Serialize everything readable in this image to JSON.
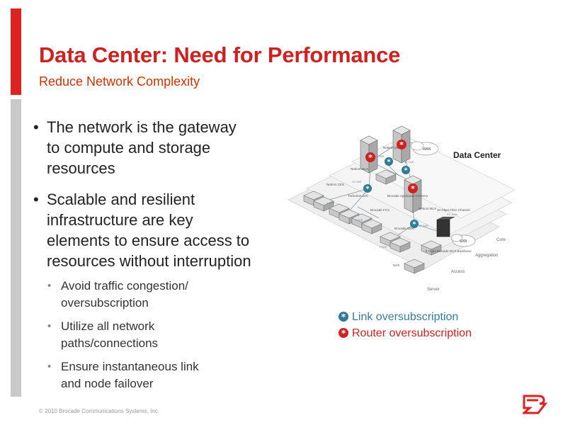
{
  "header": {
    "title": "Data Center: Need for Performance",
    "subtitle": "Reduce Network Complexity"
  },
  "bullets": [
    {
      "lines": [
        "The network is the gateway",
        "to compute and storage",
        "resources"
      ]
    },
    {
      "lines": [
        "Scalable and resilient",
        "infrastructure are key",
        "elements to ensure access to",
        "resources without interruption"
      ]
    }
  ],
  "sub_bullets": [
    {
      "lines": [
        "Avoid traffic congestion/",
        "oversubscription"
      ]
    },
    {
      "lines": [
        "Utilize all network",
        "paths/connections"
      ]
    },
    {
      "lines": [
        "Ensure instantaneous link",
        "and node failover"
      ]
    }
  ],
  "diagram": {
    "title": "Data Center",
    "cloud_labels": {
      "wan": "WAN",
      "san": "SAN"
    },
    "tiers": [
      "Core",
      "Aggregation",
      "Access",
      "Server"
    ],
    "device_labels": [
      {
        "id": "mlx-top",
        "text": "Netiron MLX"
      },
      {
        "id": "mlx-left",
        "text": "Netiron MLX"
      },
      {
        "id": "ces",
        "text": "Netiron CES"
      },
      {
        "id": "adx",
        "text": "Brocade Application Delivery"
      },
      {
        "id": "turboiron",
        "text": "TurboIron 24X"
      },
      {
        "id": "mlx-right",
        "text": "Netiron MLX"
      },
      {
        "id": "fcx",
        "text": "Brocade FCX"
      },
      {
        "id": "b8000",
        "text": "Brocade 8000"
      },
      {
        "id": "dcx",
        "text": "8 Gbps Brocade DCX Backbone"
      },
      {
        "id": "nas",
        "text": "NAS"
      },
      {
        "id": "fcoe",
        "text": "10 Gbps Fibre Channel"
      }
    ],
    "link_labels": [
      {
        "id": "l1",
        "text": "10 GbE"
      },
      {
        "id": "l2",
        "text": "10 GbE"
      },
      {
        "id": "l3",
        "text": "1 GbE"
      },
      {
        "id": "l4",
        "text": "10 GbE"
      },
      {
        "id": "l5",
        "text": "1 GbE"
      },
      {
        "id": "l6",
        "text": "10 GbE"
      },
      {
        "id": "l7",
        "text": "FC-SAN"
      },
      {
        "id": "l8",
        "text": "1 GbE"
      }
    ]
  },
  "legend": {
    "link": {
      "label": "Link oversubscription",
      "color": "#3a7a9a",
      "icon": "asterisk-circle-icon"
    },
    "router": {
      "label": "Router oversubscription",
      "color": "#cc2222",
      "icon": "asterisk-circle-icon"
    }
  },
  "footer": "© 2010 Brocade Communications Systems, Inc.",
  "colors": {
    "title": "#cc2222",
    "accent_bar": "#dd2222",
    "side_bar": "#c9c9c9"
  }
}
